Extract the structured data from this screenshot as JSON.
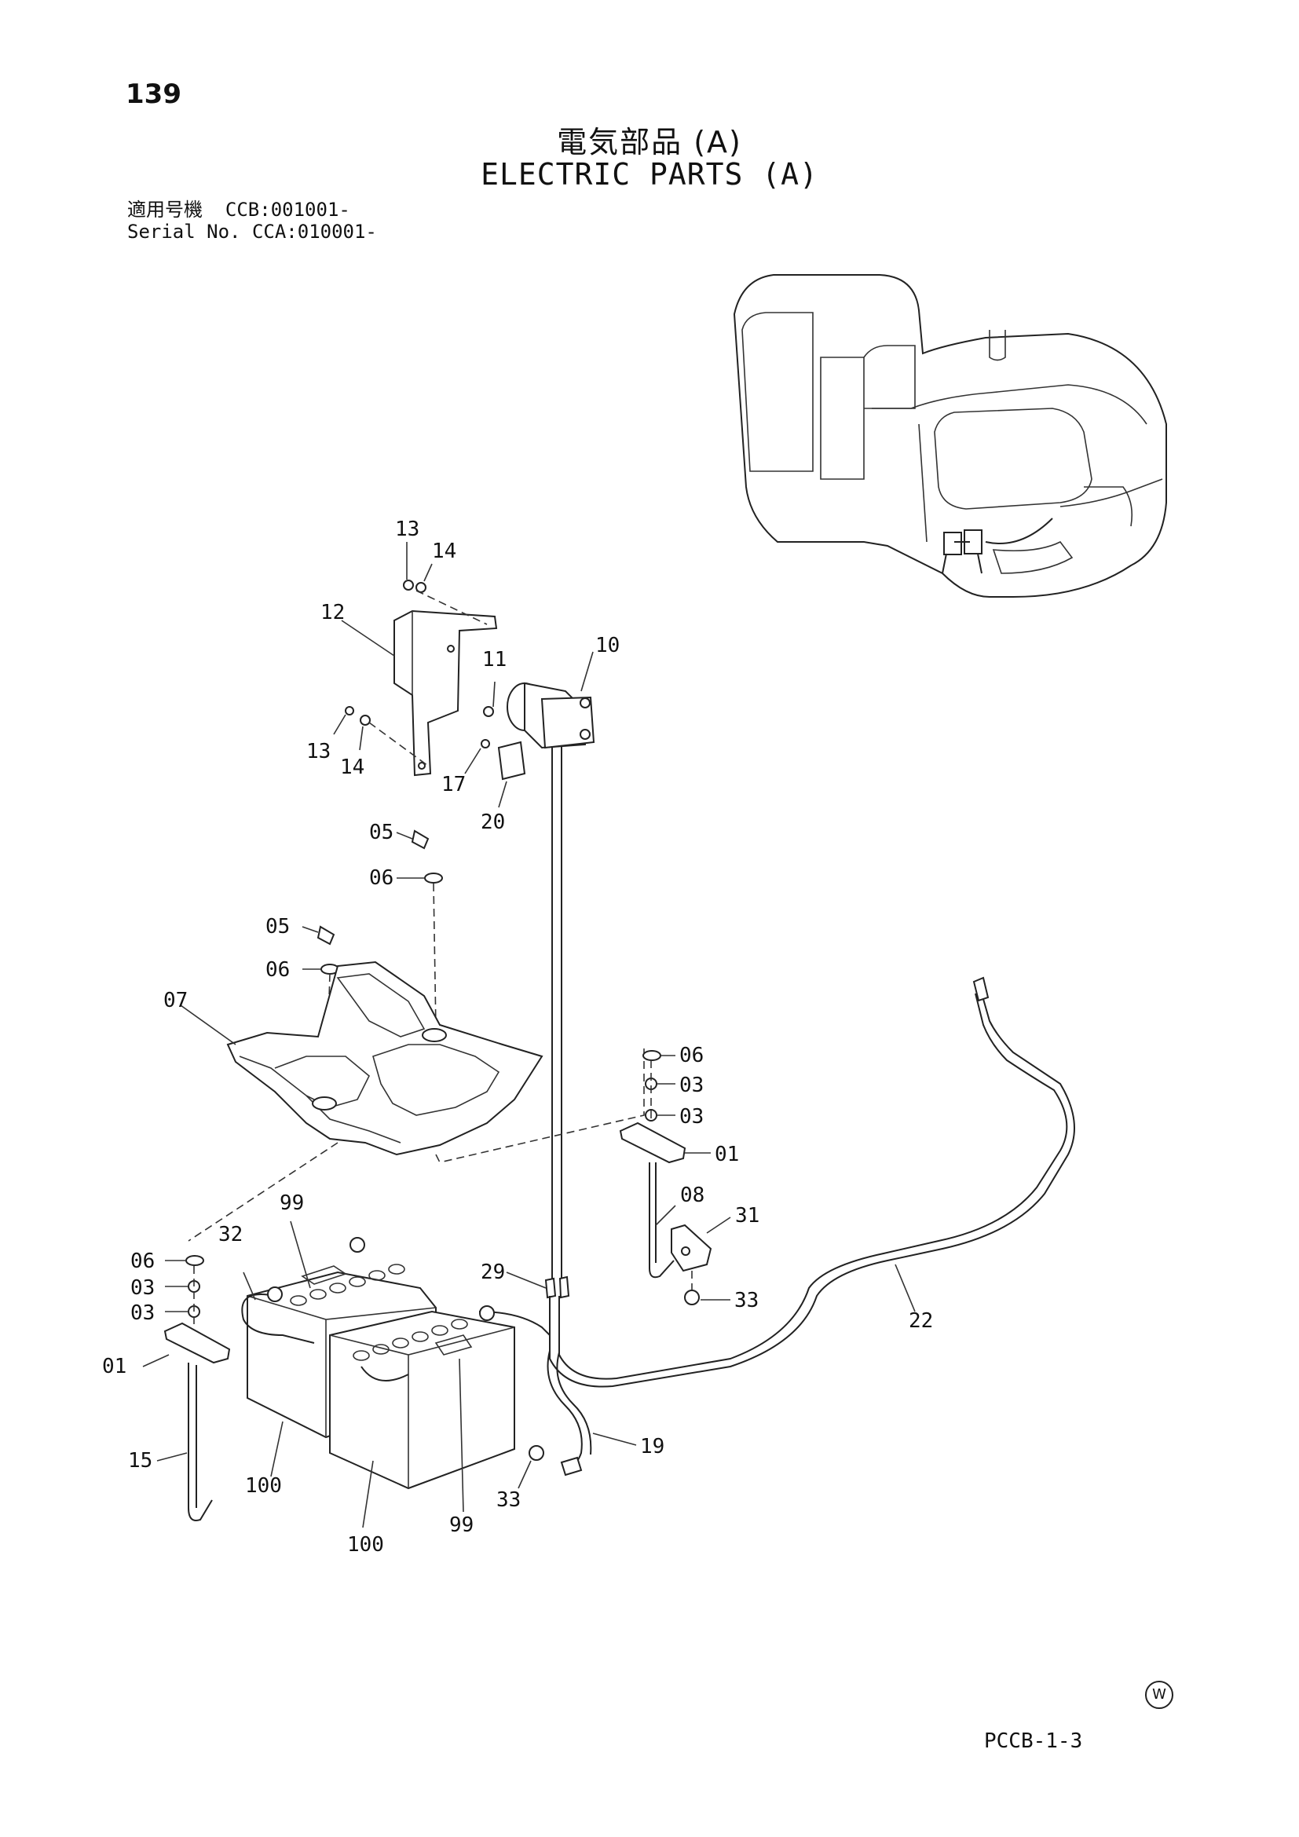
{
  "header": {
    "page_number": "139",
    "title_jp": "電気部品 (A)",
    "title_en": "ELECTRIC PARTS (A)",
    "serial_line1": "適用号機  CCB:001001-",
    "serial_line2": "Serial No. CCA:010001-"
  },
  "callouts": [
    {
      "id": "c13a",
      "text": "13"
    },
    {
      "id": "c14a",
      "text": "14"
    },
    {
      "id": "c12",
      "text": "12"
    },
    {
      "id": "c11",
      "text": "11"
    },
    {
      "id": "c10",
      "text": "10"
    },
    {
      "id": "c13b",
      "text": "13"
    },
    {
      "id": "c14b",
      "text": "14"
    },
    {
      "id": "c17",
      "text": "17"
    },
    {
      "id": "c20",
      "text": "20"
    },
    {
      "id": "c05a",
      "text": "05"
    },
    {
      "id": "c06a",
      "text": "06"
    },
    {
      "id": "c05b",
      "text": "05"
    },
    {
      "id": "c06b",
      "text": "06"
    },
    {
      "id": "c07",
      "text": "07"
    },
    {
      "id": "c06c",
      "text": "06"
    },
    {
      "id": "c03a",
      "text": "03"
    },
    {
      "id": "c03b",
      "text": "03"
    },
    {
      "id": "c01a",
      "text": "01"
    },
    {
      "id": "c08",
      "text": "08"
    },
    {
      "id": "c31",
      "text": "31"
    },
    {
      "id": "c99a",
      "text": "99"
    },
    {
      "id": "c32",
      "text": "32"
    },
    {
      "id": "c06d",
      "text": "06"
    },
    {
      "id": "c03c",
      "text": "03"
    },
    {
      "id": "c03d",
      "text": "03"
    },
    {
      "id": "c01b",
      "text": "01"
    },
    {
      "id": "c29",
      "text": "29"
    },
    {
      "id": "c33a",
      "text": "33"
    },
    {
      "id": "c22",
      "text": "22"
    },
    {
      "id": "c19",
      "text": "19"
    },
    {
      "id": "c15",
      "text": "15"
    },
    {
      "id": "c100a",
      "text": "100"
    },
    {
      "id": "c33b",
      "text": "33"
    },
    {
      "id": "c99b",
      "text": "99"
    },
    {
      "id": "c100b",
      "text": "100"
    }
  ],
  "footer": {
    "mark": "W",
    "code": "PCCB-1-3"
  }
}
